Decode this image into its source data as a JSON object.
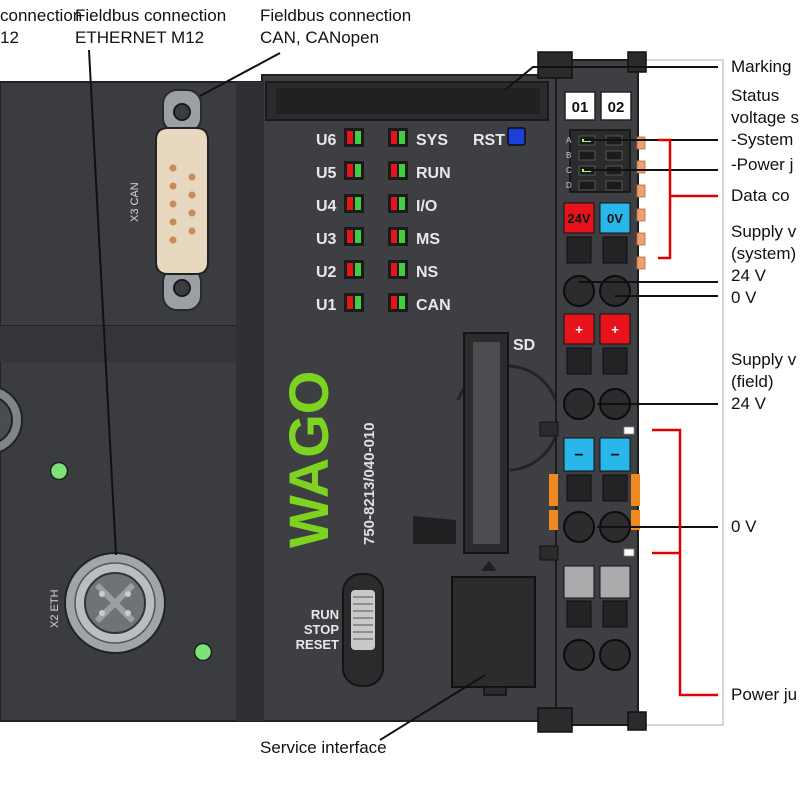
{
  "callouts_top": [
    {
      "id": "left-partial-1",
      "text": "connection"
    },
    {
      "id": "left-partial-2",
      "text": "12"
    },
    {
      "id": "eth-1",
      "text": "Fieldbus connection"
    },
    {
      "id": "eth-2",
      "text": "ETHERNET M12"
    },
    {
      "id": "can-1",
      "text": "Fieldbus connection"
    },
    {
      "id": "can-2",
      "text": "CAN, CANopen"
    }
  ],
  "callouts_right": {
    "marking": "Marking",
    "status_1": "Status",
    "status_2": "voltage s",
    "system": "-System",
    "power_j": "-Power j",
    "data_contacts": "Data co",
    "supply_sys_1": "Supply v",
    "supply_sys_2": "(system)",
    "v24_a": "24 V",
    "v0_a": "0 V",
    "supply_field_1": "Supply v",
    "supply_field_2": "(field)",
    "v24_b": "24 V",
    "v0_b": "0 V",
    "power_jumper": "Power ju"
  },
  "callout_bottom": "Service interface",
  "device": {
    "port_can": "X3 CAN",
    "port_eth": "X2  ETH",
    "led_left": [
      "U6",
      "U5",
      "U4",
      "U3",
      "U2",
      "U1"
    ],
    "led_right": [
      "SYS",
      "RUN",
      "I/O",
      "MS",
      "NS",
      "CAN"
    ],
    "rst": "RST",
    "sd": "SD",
    "switch_labels": [
      "RUN",
      "STOP",
      "RESET"
    ],
    "logo": "WAGO",
    "part_number": "750-8213/040-010"
  },
  "terminal": {
    "markers": [
      "01",
      "02"
    ],
    "row_letters": [
      "A",
      "B",
      "C",
      "D"
    ],
    "tags_supply": [
      "24V",
      "0V"
    ],
    "tags_field": [
      "+",
      "+"
    ],
    "tags_zero": [
      "−",
      "−"
    ]
  },
  "colors": {
    "housing": "#3a3c3f",
    "housing_light": "#46484b",
    "accent_green": "#7ed321",
    "red_tag": "#e8141c",
    "blue_tag": "#29b6e8",
    "jumper_line": "#e00000",
    "orange": "#f08a1e"
  }
}
